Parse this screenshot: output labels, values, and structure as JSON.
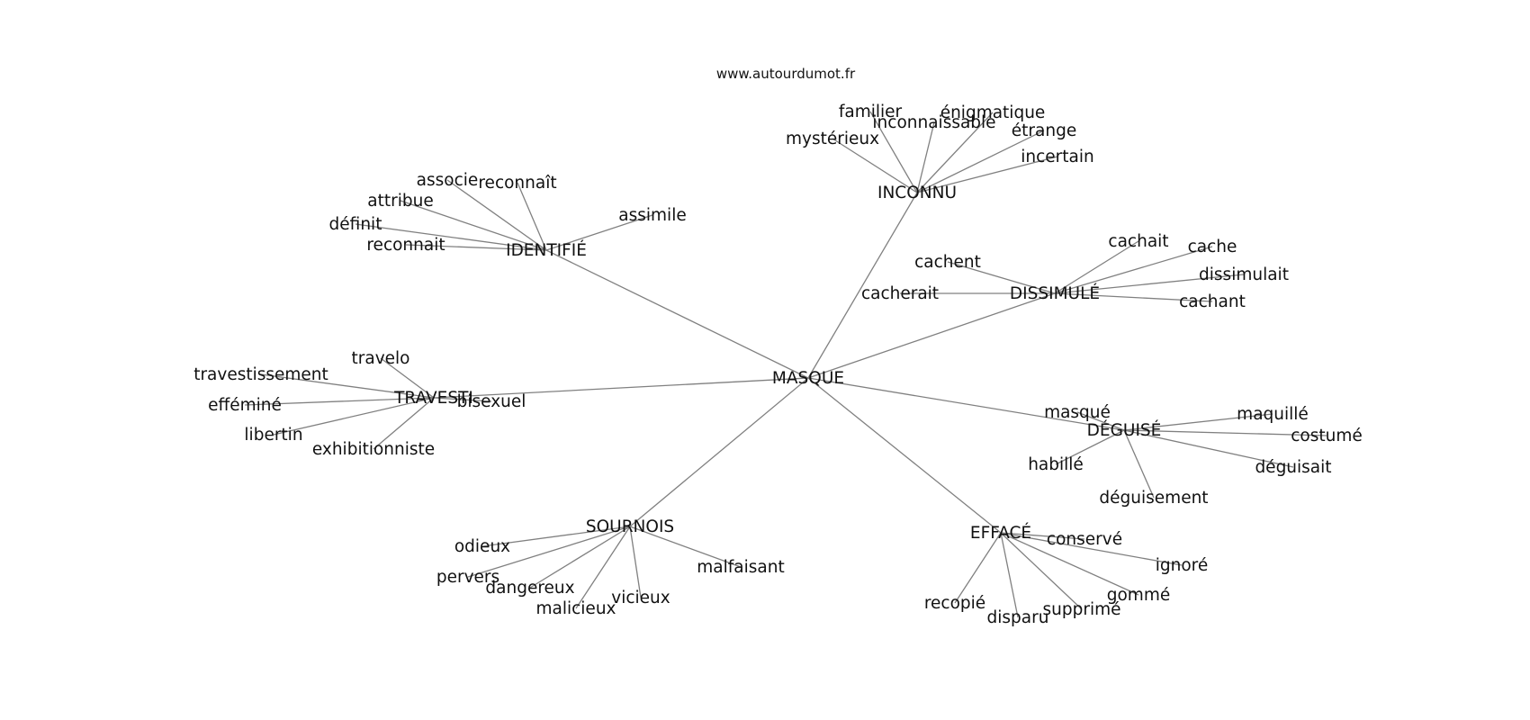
{
  "credit": "www.autourdumot.fr",
  "center": "MASQUE",
  "clusters": [
    {
      "id": "inconnu",
      "label": "INCONNU",
      "words": [
        "familier",
        "inconnaissable",
        "énigmatique",
        "étrange",
        "mystérieux",
        "incertain"
      ]
    },
    {
      "id": "identifie",
      "label": "IDENTIFIÉ",
      "words": [
        "associe",
        "reconnaît",
        "attribue",
        "définit",
        "reconnait",
        "assimile"
      ]
    },
    {
      "id": "dissimule",
      "label": "DISSIMULÉ",
      "words": [
        "cachait",
        "cache",
        "cachent",
        "dissimulait",
        "cacherait",
        "cachant"
      ]
    },
    {
      "id": "travesti",
      "label": "TRAVESTI",
      "words": [
        "travelo",
        "travestissement",
        "efféminé",
        "bisexuel",
        "libertin",
        "exhibitionniste"
      ]
    },
    {
      "id": "deguise",
      "label": "DÉGUISÉ",
      "words": [
        "masqué",
        "maquillé",
        "costumé",
        "habillé",
        "déguisait",
        "déguisement"
      ]
    },
    {
      "id": "sournois",
      "label": "SOURNOIS",
      "words": [
        "odieux",
        "malfaisant",
        "pervers",
        "dangereux",
        "vicieux",
        "malicieux"
      ]
    },
    {
      "id": "efface",
      "label": "EFFACÉ",
      "words": [
        "conservé",
        "ignoré",
        "gommé",
        "recopié",
        "supprimé",
        "disparu"
      ]
    }
  ]
}
